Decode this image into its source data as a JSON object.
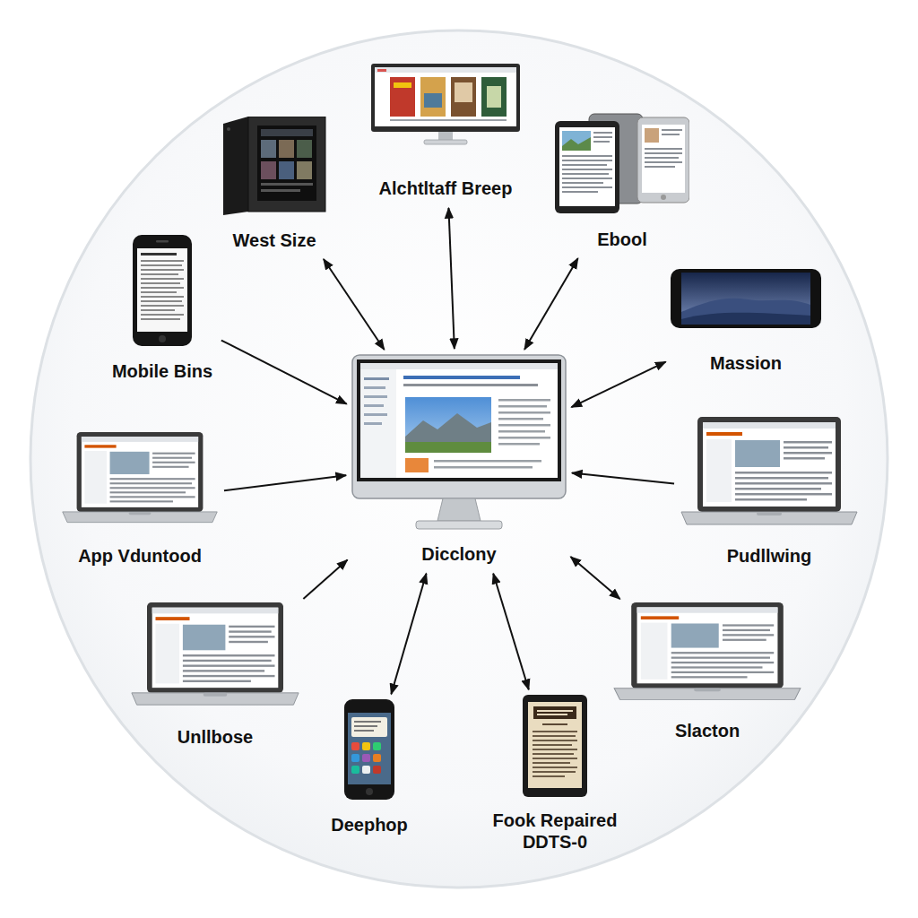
{
  "diagram": {
    "nodes": [
      {
        "text": [
          "Alchtltaff Breep"
        ]
      },
      {
        "text": [
          "West Size"
        ]
      },
      {
        "text": [
          "Ebool"
        ]
      },
      {
        "text": [
          "Mobile Bins"
        ]
      },
      {
        "text": [
          "Massion"
        ]
      },
      {
        "text": [
          "App Vduntood"
        ]
      },
      {
        "text": [
          "Dicclony"
        ]
      },
      {
        "text": [
          "Pudllwing"
        ]
      },
      {
        "text": [
          "Unllbose"
        ]
      },
      {
        "text": [
          "Slacton"
        ]
      },
      {
        "text": [
          "Deephop"
        ]
      },
      {
        "text": [
          "Fook Repaired DDTS-0"
        ]
      }
    ],
    "edges": [
      {
        "from": 0,
        "to": 6,
        "arrow": "both"
      },
      {
        "from": 1,
        "to": 6,
        "arrow": "both"
      },
      {
        "from": 2,
        "to": 6,
        "arrow": "both"
      },
      {
        "from": 3,
        "to": 6,
        "arrow": "to"
      },
      {
        "from": 4,
        "to": 6,
        "arrow": "both"
      },
      {
        "from": 5,
        "to": 6,
        "arrow": "to"
      },
      {
        "from": 7,
        "to": 6,
        "arrow": "to"
      },
      {
        "from": 8,
        "to": 6,
        "arrow": "to"
      },
      {
        "from": 9,
        "to": 6,
        "arrow": "both"
      },
      {
        "from": 10,
        "to": 6,
        "arrow": "both"
      },
      {
        "from": 11,
        "to": 6,
        "arrow": "both"
      }
    ]
  }
}
